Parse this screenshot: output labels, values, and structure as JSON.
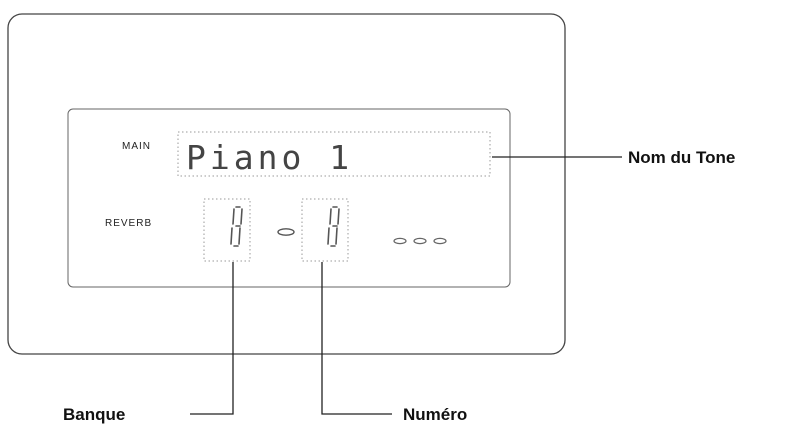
{
  "display": {
    "main_tag": "MAIN",
    "reverb_tag": "REVERB",
    "tone_name": "Piano 1"
  },
  "labels": {
    "tone_name": "Nom du Tone",
    "bank": "Banque",
    "number": "Numéro"
  }
}
